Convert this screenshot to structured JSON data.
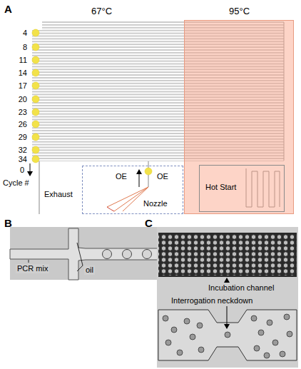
{
  "diagram": {
    "nodes": [
      {
        "text": [
          "95°C"
        ]
      },
      {
        "text": [
          "Hot Start"
        ],
        "in": 0
      },
      {
        "text": [
          "OE",
          "OE",
          "Nozzle"
        ]
      }
    ],
    "labels": [
      "A",
      "67°C",
      "4",
      "8",
      "11",
      "14",
      "17",
      "20",
      "23",
      "26",
      "29",
      "32",
      "34",
      "0",
      "Cycle #",
      "Exhaust",
      "B",
      "PCR mix",
      "oil",
      "C",
      "Incubation channel",
      "Interrogation neckdown"
    ]
  }
}
